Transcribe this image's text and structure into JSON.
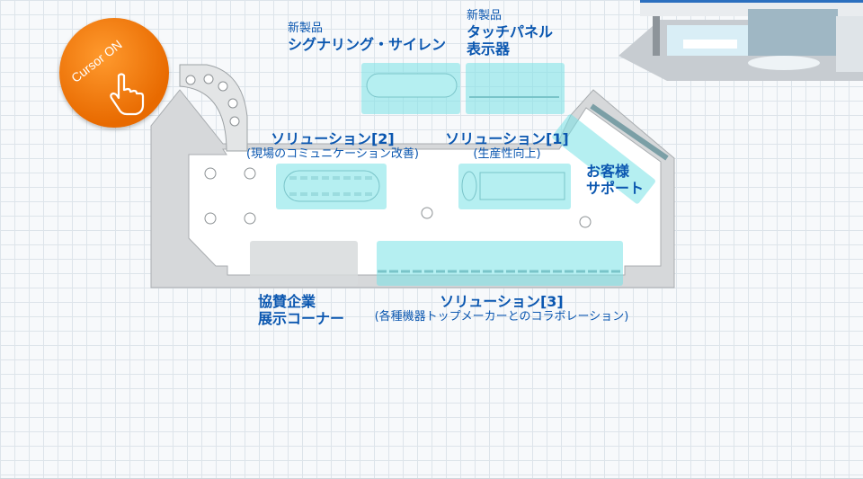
{
  "cursor_badge": {
    "label": "Cursor ON",
    "icon": "pointing-hand-icon"
  },
  "zones": {
    "signage": {
      "line1": "新製品",
      "line2": "シグナリング・サイレン"
    },
    "touch_panel": {
      "line1": "新製品",
      "line2": "タッチパネル",
      "line3": "表示器"
    },
    "solution2": {
      "title": "ソリューション[2]",
      "subtitle": "(現場のコミュニケーション改善)"
    },
    "solution1": {
      "title": "ソリューション[1]",
      "subtitle": "(生産性向上)"
    },
    "support": {
      "line1": "お客様",
      "line2": "サポート"
    },
    "sponsor": {
      "line1": "協賛企業",
      "line2": "展示コーナー"
    },
    "solution3": {
      "title": "ソリューション[3]",
      "subtitle": "(各種機器トップメーカーとのコラボレーション)"
    }
  },
  "colors": {
    "accent": "#0b57b0",
    "zone": "#78e1e6",
    "badge": "#e86a00"
  }
}
